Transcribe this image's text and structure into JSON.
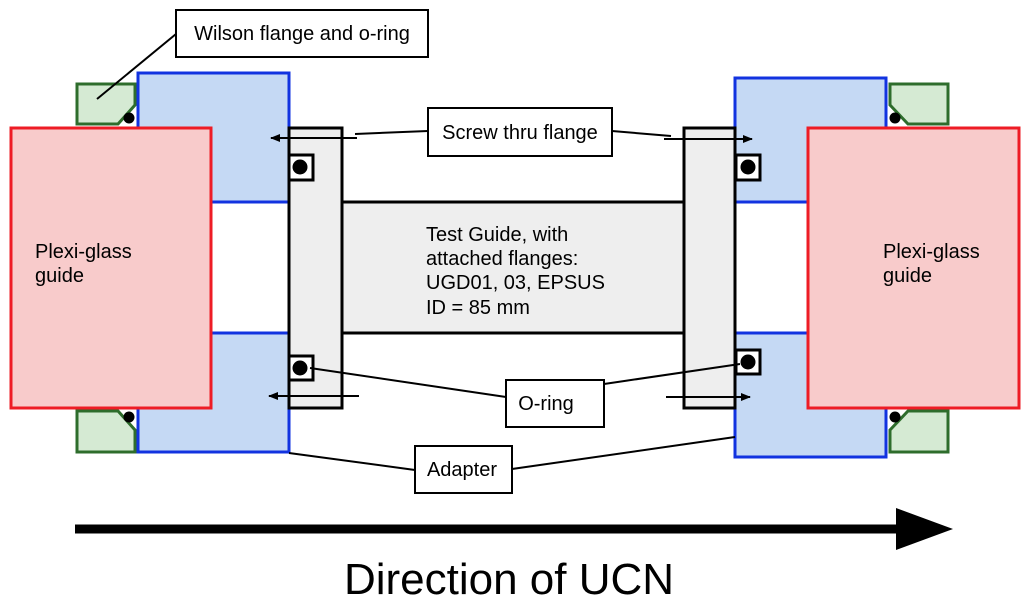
{
  "labels": {
    "wilson": "Wilson flange and o-ring",
    "screw": "Screw thru flange",
    "oring": "O-ring",
    "adapter": "Adapter",
    "plexi_left_1": "Plexi-glass",
    "plexi_left_2": "guide",
    "plexi_right_1": "Plexi-glass",
    "plexi_right_2": "guide",
    "guide_line1": "Test Guide, with",
    "guide_line2": "attached flanges:",
    "guide_line3": "UGD01, 03, EPSUS",
    "guide_line4": "ID = 85 mm",
    "direction": "Direction of UCN"
  },
  "colors": {
    "plexi_fill": "#f8cbcb",
    "plexi_stroke": "#ee1c25",
    "adapter_fill": "#c5d9f4",
    "adapter_stroke": "#1233e0",
    "wilson_fill": "#d5ead3",
    "wilson_stroke": "#2e6d2c",
    "flange_fill": "#eeeeee",
    "stroke": "#000000"
  }
}
